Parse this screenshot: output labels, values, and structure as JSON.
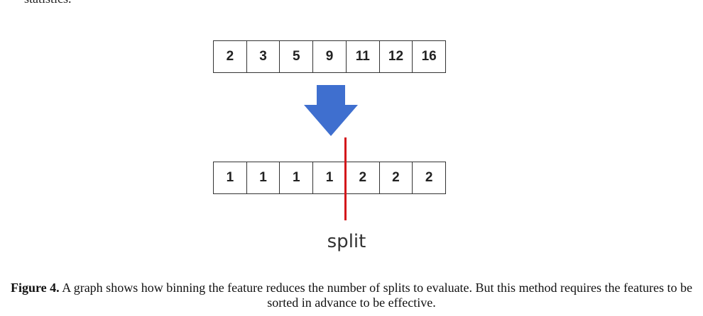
{
  "previous_text_fragment": "statistics.",
  "top_row": {
    "values": [
      "2",
      "3",
      "5",
      "9",
      "11",
      "12",
      "16"
    ]
  },
  "bottom_row": {
    "values": [
      "1",
      "1",
      "1",
      "1",
      "2",
      "2",
      "2"
    ]
  },
  "arrow": {
    "icon": "down-arrow-icon",
    "color": "#3f6fcf"
  },
  "split": {
    "label": "split",
    "color": "#d3161b"
  },
  "caption": {
    "label": "Figure 4.",
    "text": " A graph shows how binning the feature reduces the number of splits to evaluate. But this method requires the features to be sorted in advance to be effective."
  }
}
